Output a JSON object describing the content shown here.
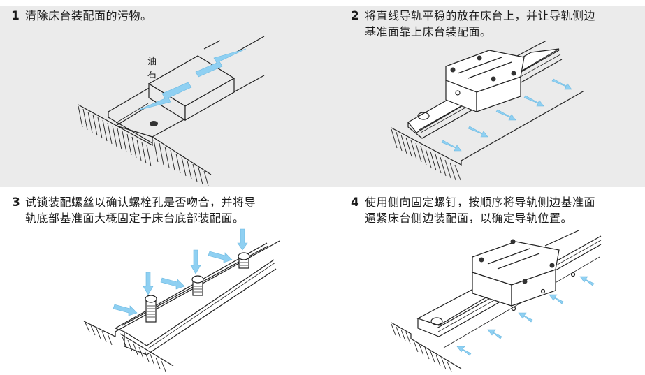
{
  "steps": [
    {
      "number": "1",
      "lines": [
        "清除床台装配面的污物。"
      ],
      "callout": "油石",
      "illustration": "oilstone-cleaning-bed-surface"
    },
    {
      "number": "2",
      "lines": [
        "将直线导轨平稳的放在床台上，并让导轨侧边",
        "基准面靠上床台装配面。"
      ],
      "illustration": "rail-placed-on-bed"
    },
    {
      "number": "3",
      "lines": [
        "试锁装配螺丝以确认螺栓孔是否吻合，并将导",
        "轨底部基准面大概固定于床台底部装配面。"
      ],
      "illustration": "trial-lock-screws"
    },
    {
      "number": "4",
      "lines": [
        "使用侧向固定螺钉，按顺序将导轨侧边基准面",
        "逼紧床台侧边装配面，以确定导轨位置。"
      ],
      "illustration": "side-set-screws-tighten"
    }
  ],
  "colors": {
    "band_background": "#ebebeb",
    "arrow_fill": "#8fd0f2",
    "line": "#222222"
  }
}
